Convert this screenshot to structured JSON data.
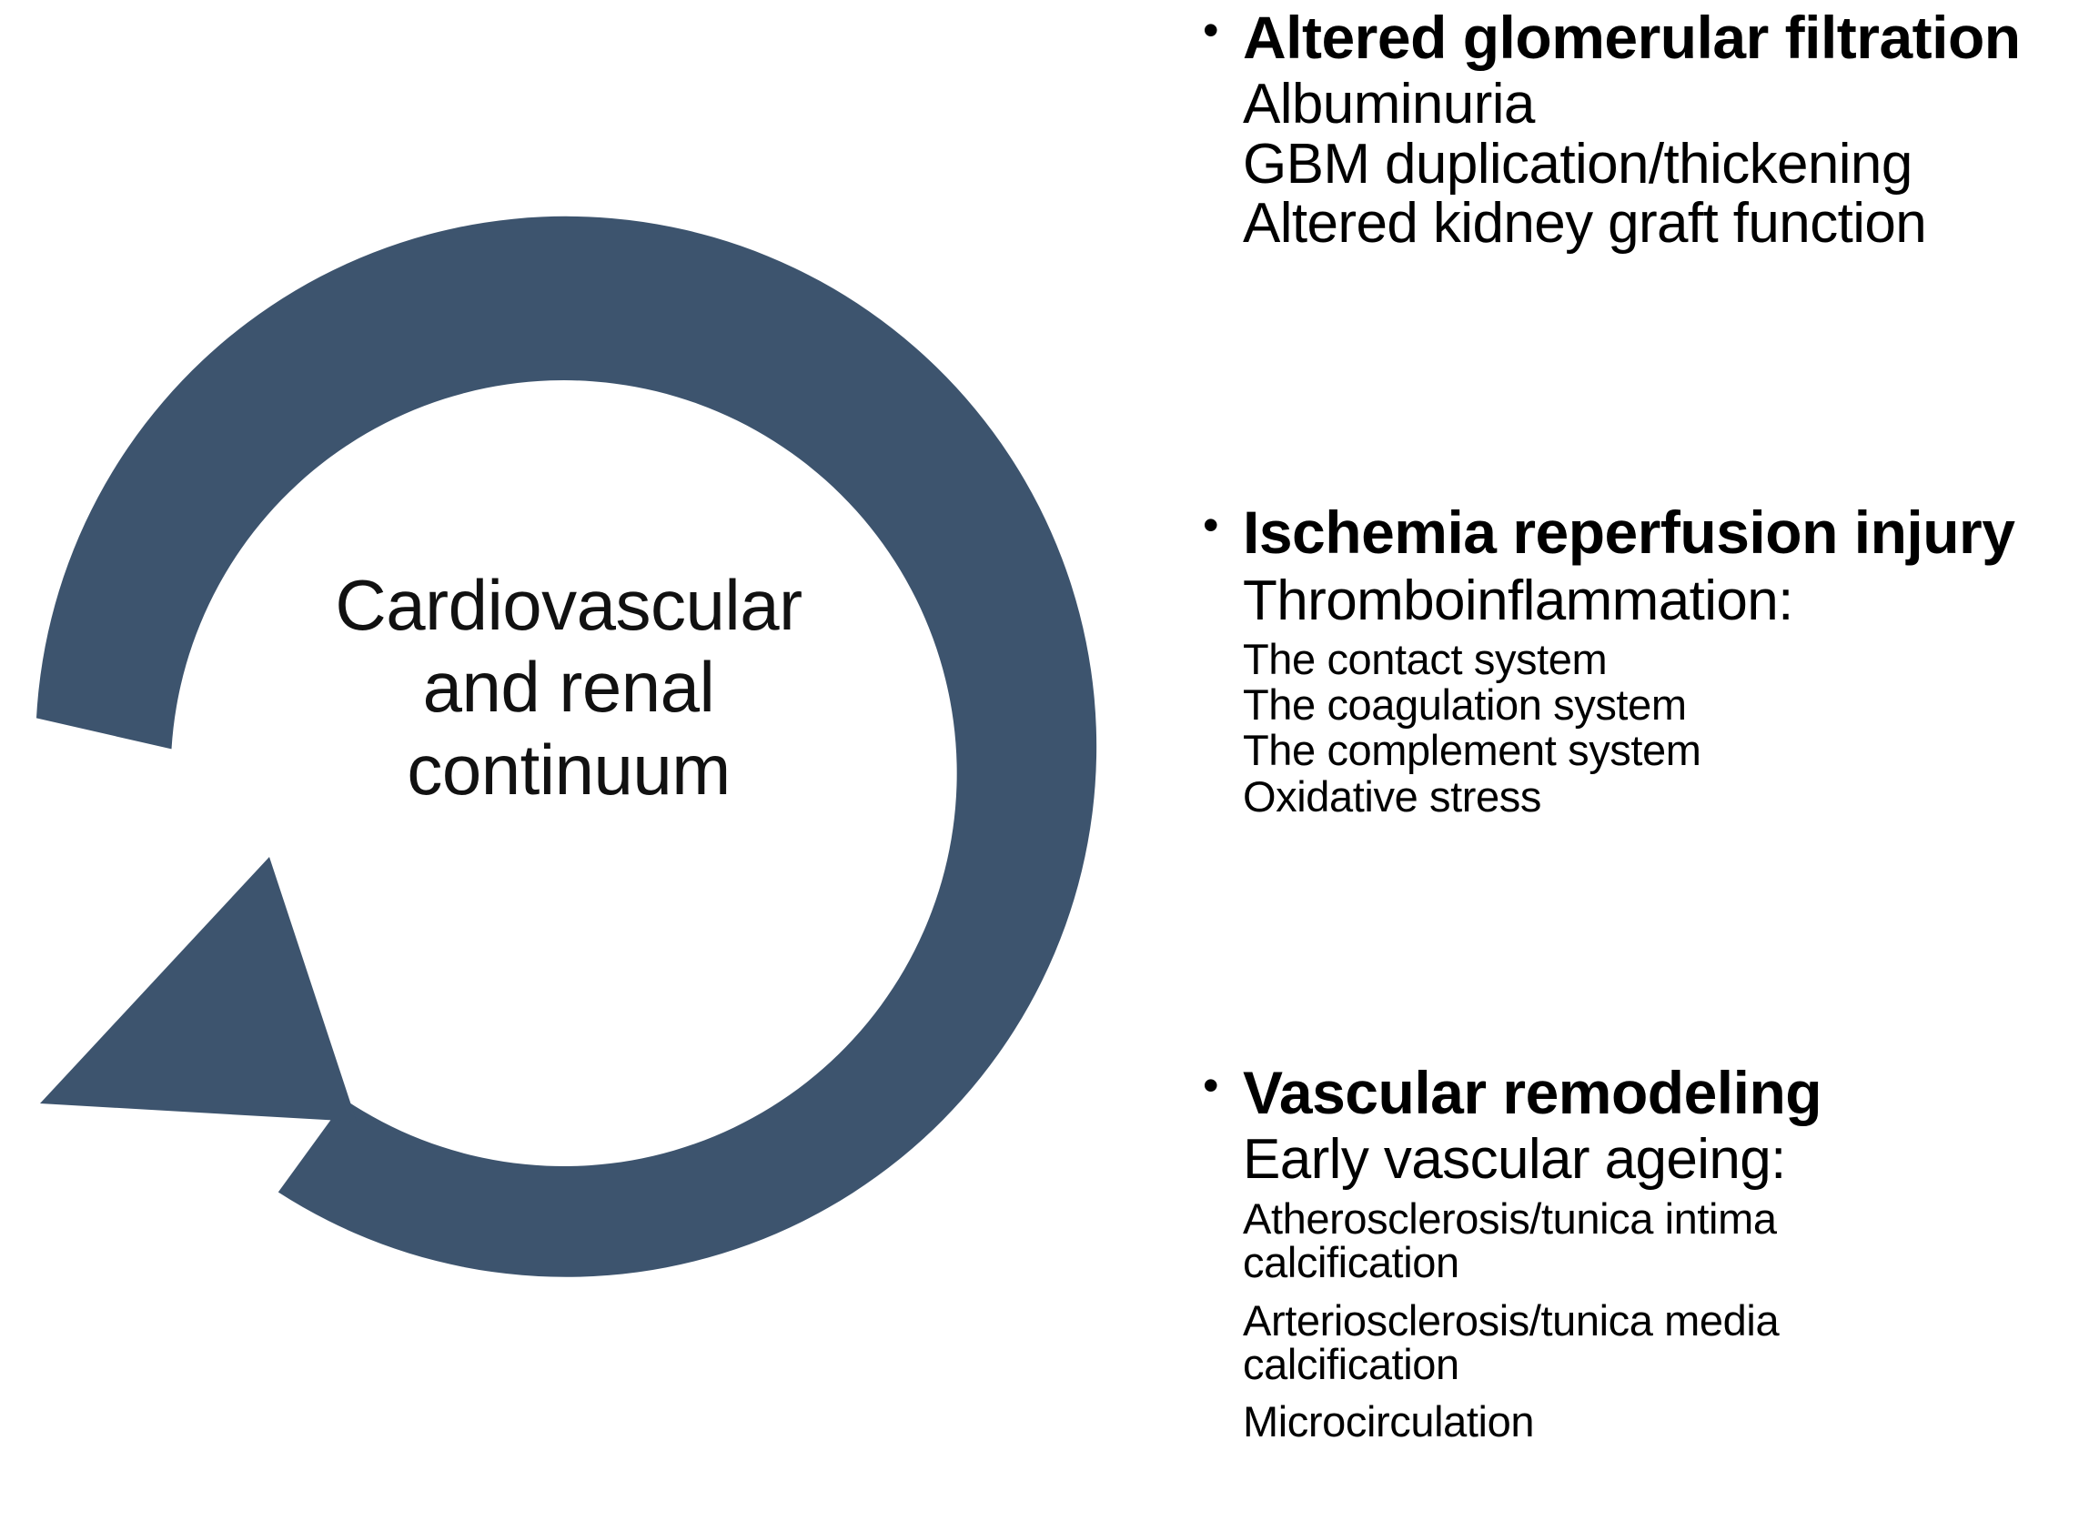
{
  "diagram": {
    "cycle": {
      "name": "cardiovascular-renal-continuum-cycle",
      "center_label": "Cardiovascular\nand renal\ncontinuum",
      "arrow_color": "#3d546e",
      "direction": "counter-clockwise",
      "arrowhead": "up-left"
    },
    "factors": [
      {
        "bullet": "•",
        "heading": "Altered glomerular filtration",
        "subheading": "",
        "items": [
          "Albuminuria",
          "GBM duplication/thickening",
          "Altered kidney graft function"
        ],
        "items_size": "large"
      },
      {
        "bullet": "•",
        "heading": "Ischemia reperfusion injury",
        "subheading": "Thromboinflammation:",
        "items": [
          "The contact system",
          "The coagulation system",
          "The complement system",
          "Oxidative stress"
        ],
        "items_size": "small"
      },
      {
        "bullet": "•",
        "heading": "Vascular remodeling",
        "subheading": "Early vascular ageing:",
        "items": [
          "Atherosclerosis/tunica intima",
          "calcification",
          "Arteriosclerosis/tunica media",
          "calcification",
          "Microcirculation"
        ],
        "items_size": "small"
      }
    ]
  },
  "colors": {
    "accent": "#3d546e",
    "text": "#000000",
    "background": "#ffffff"
  }
}
